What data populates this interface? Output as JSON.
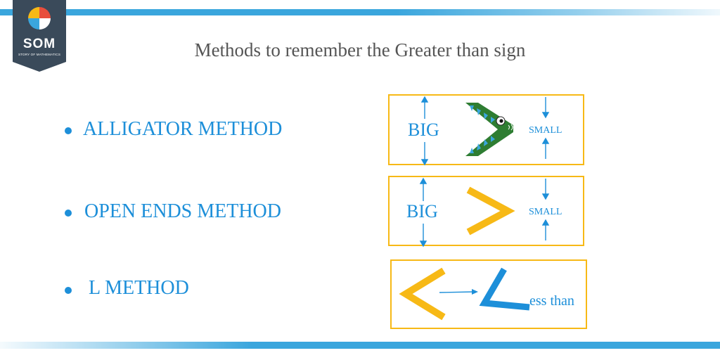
{
  "logo": {
    "text": "SOM",
    "subtext": "STORY OF MATHEMATICS"
  },
  "title": "Methods to remember the Greater than sign",
  "methods": [
    {
      "label": "ALLIGATOR METHOD",
      "big": "BIG",
      "small": "SMALL"
    },
    {
      "label": "OPEN ENDS METHOD",
      "big": "BIG",
      "small": "SMALL"
    },
    {
      "label": "L METHOD",
      "suffix": "ess than"
    }
  ],
  "colors": {
    "accent_blue": "#1d8fd9",
    "bar_blue": "#3aa6dd",
    "box_yellow": "#f7b916",
    "alligator_green": "#2e7d32",
    "logo_dark": "#3a4a5a"
  }
}
